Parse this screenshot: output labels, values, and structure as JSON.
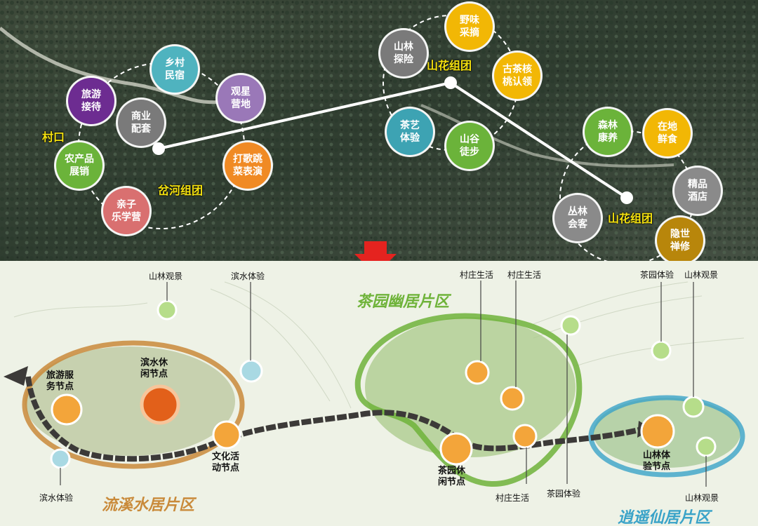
{
  "top_map": {
    "clusters": [
      {
        "name": "岔河组团"
      },
      {
        "name": "山花组团"
      },
      {
        "name": "山花组团"
      }
    ],
    "entrance_label": "村口",
    "bubbles": [
      {
        "label": "乡村\n民宿",
        "color": "#4fb3bf"
      },
      {
        "label": "旅游\n接待",
        "color": "#6d2c91"
      },
      {
        "label": "商业\n配套",
        "color": "#7a7a7a"
      },
      {
        "label": "观星\n营地",
        "color": "#9a78b8"
      },
      {
        "label": "农产品\n展销",
        "color": "#6bb33a"
      },
      {
        "label": "打歌跳\n菜表演",
        "color": "#f08a24"
      },
      {
        "label": "亲子\n乐学营",
        "color": "#d97070"
      },
      {
        "label": "山林\n探险",
        "color": "#7a7a7a"
      },
      {
        "label": "野味\n采摘",
        "color": "#f2b705"
      },
      {
        "label": "古茶核\n桃认领",
        "color": "#f2b705"
      },
      {
        "label": "茶艺\n体验",
        "color": "#3da3b3"
      },
      {
        "label": "山谷\n徒步",
        "color": "#6bb33a"
      },
      {
        "label": "森林\n康养",
        "color": "#6bb33a"
      },
      {
        "label": "在地\n鲜食",
        "color": "#f2b705"
      },
      {
        "label": "精品\n酒店",
        "color": "#8a8a8a"
      },
      {
        "label": "丛林\n会客",
        "color": "#8a8a8a"
      },
      {
        "label": "隐世\n禅修",
        "color": "#b8860b"
      }
    ]
  },
  "plan": {
    "zones": [
      {
        "name": "流溪水居片区",
        "color": "#c98a3a"
      },
      {
        "name": "茶园幽居片区",
        "color": "#6fb33a"
      },
      {
        "name": "逍遥仙居片区",
        "color": "#3aa3c8"
      }
    ],
    "labels": [
      "山林观景",
      "滨水体验",
      "旅游服\n务节点",
      "滨水休\n闲节点",
      "文化活\n动节点",
      "滨水体验",
      "村庄生活",
      "村庄生活",
      "茶园休\n闲节点",
      "村庄生活",
      "茶园体验",
      "茶园体验",
      "山林观景",
      "山林体\n验节点",
      "山林观景"
    ]
  }
}
